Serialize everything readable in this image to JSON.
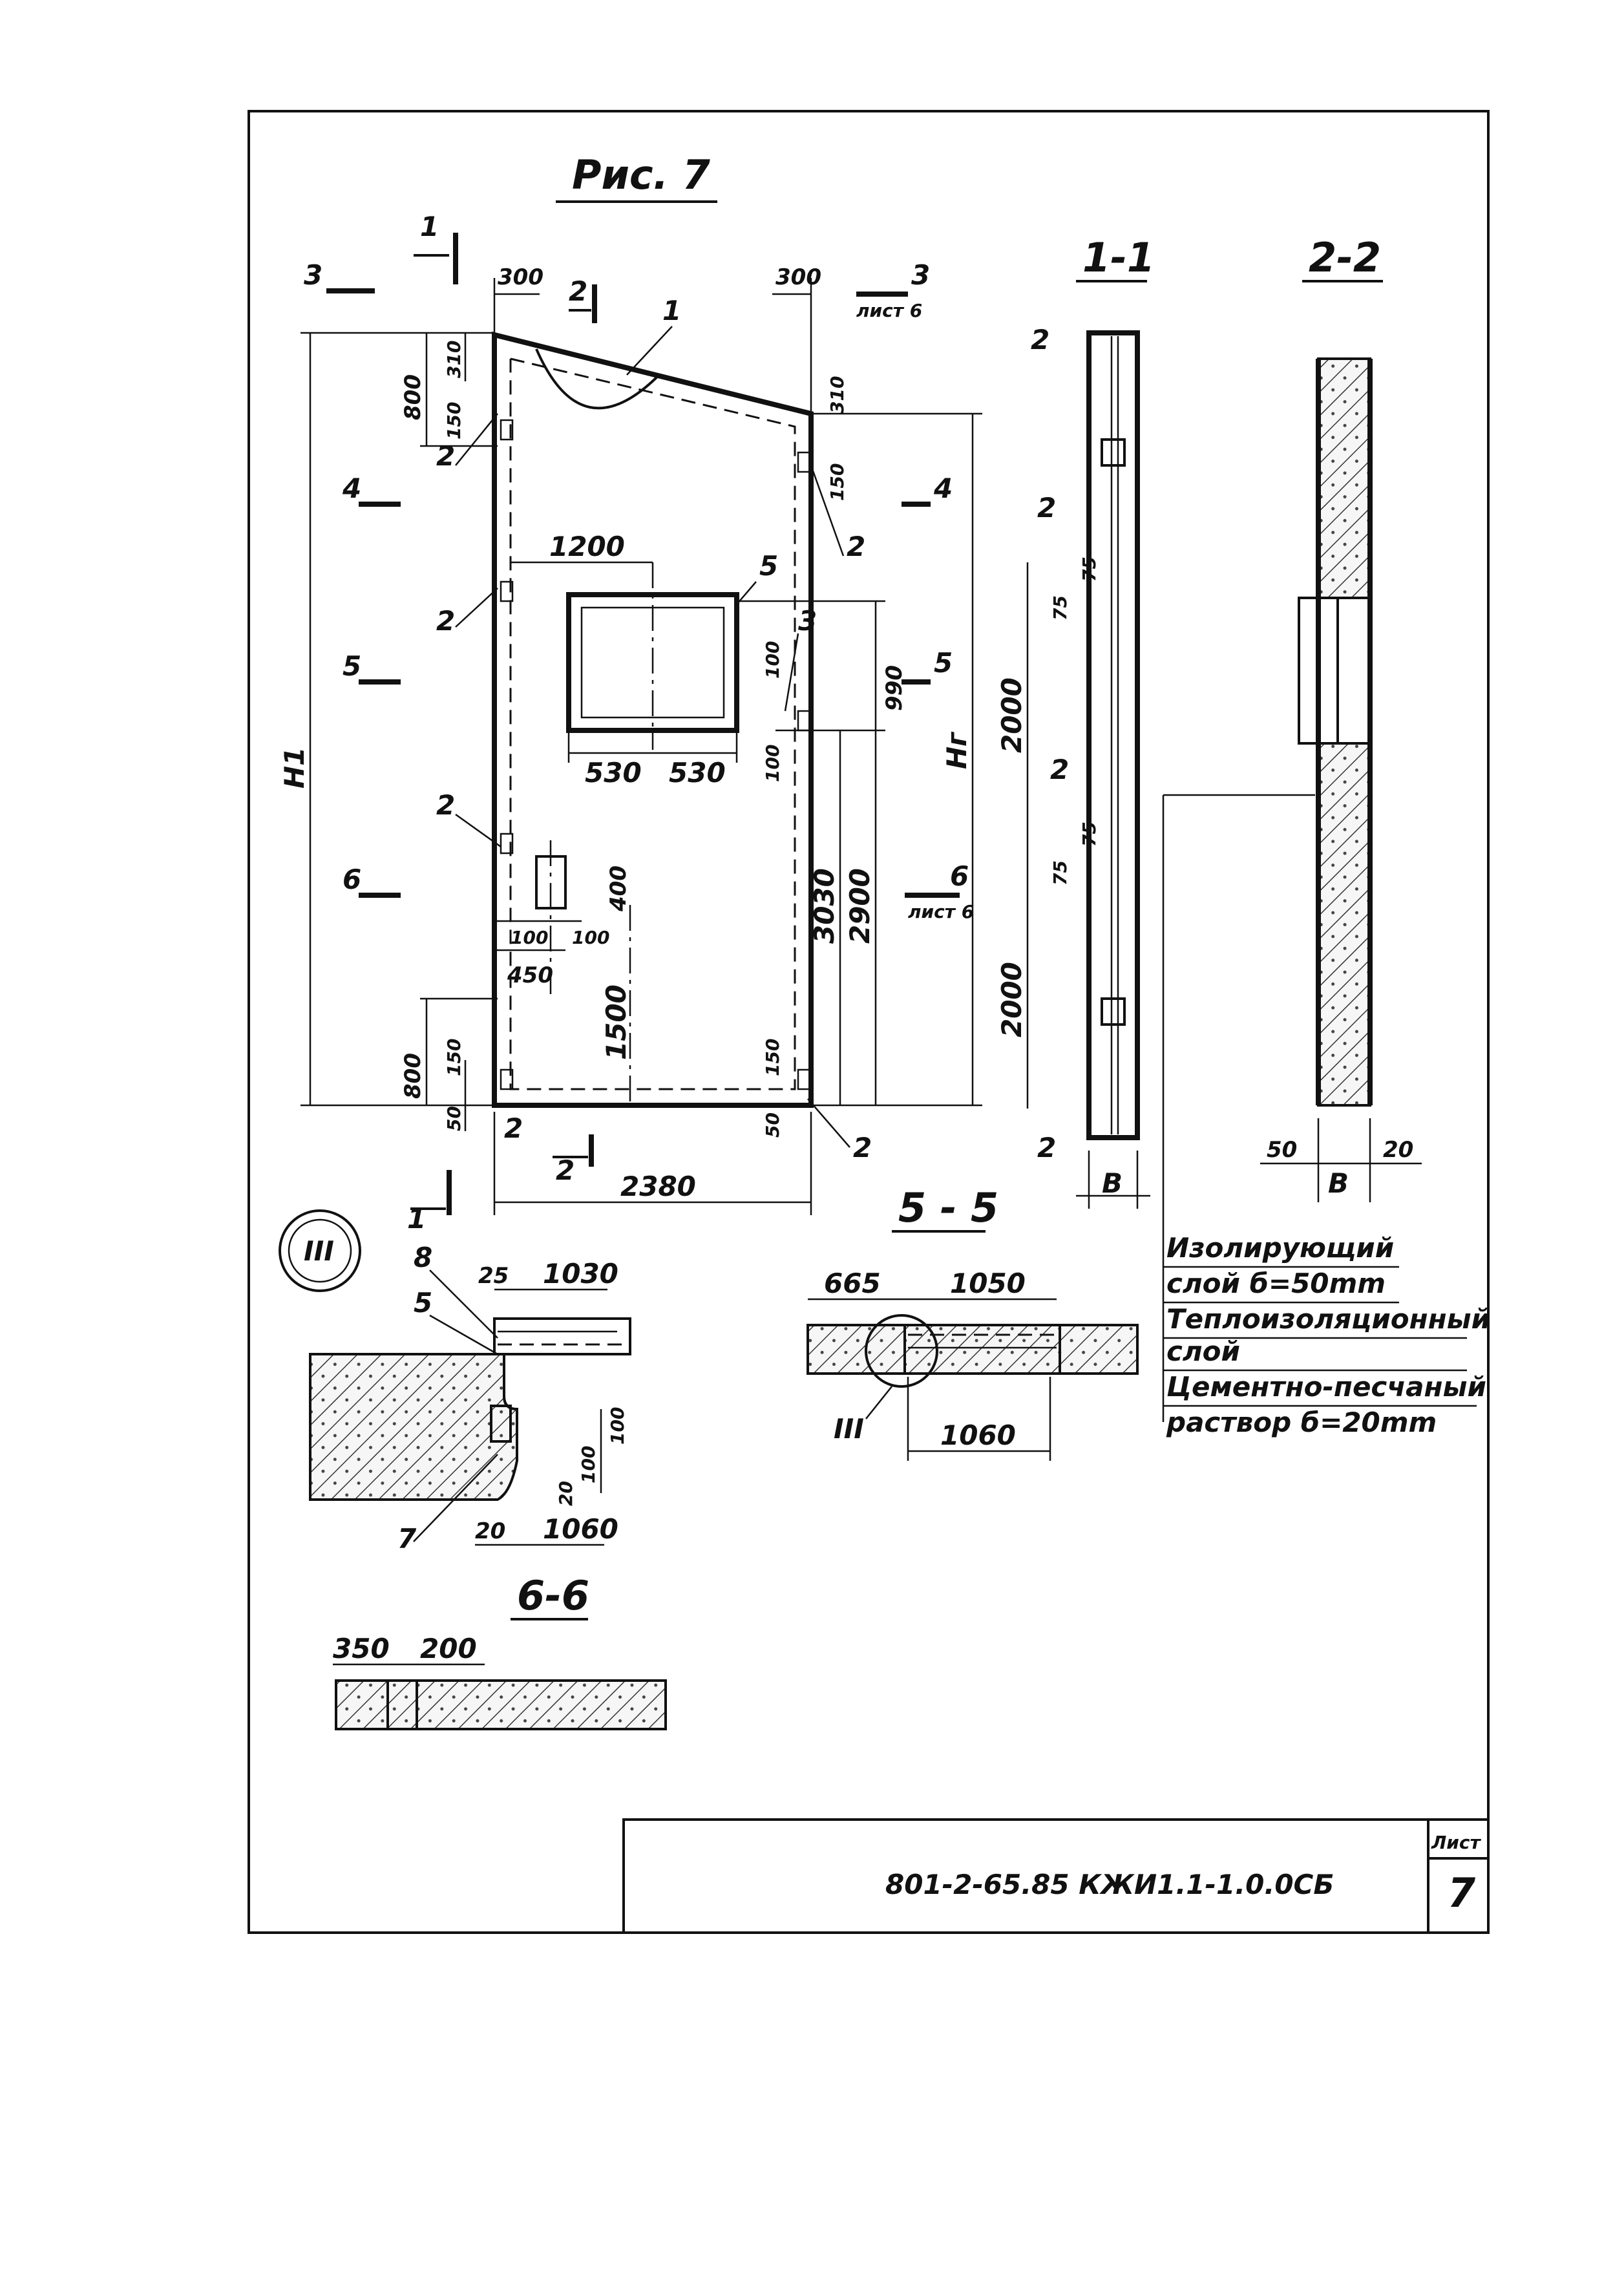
{
  "figure": {
    "title": "Рис. 7"
  },
  "sections": {
    "s11": "1-1",
    "s22": "2-2",
    "s55": "5 - 5",
    "s66": "6-6",
    "detail": "III"
  },
  "cut_marks": {
    "m1": "1",
    "m2": "2",
    "m3": "3",
    "m4": "4",
    "m5": "5",
    "m6": "6",
    "list6": "лист 6"
  },
  "callouts": {
    "c1": "1",
    "c2": "2",
    "c3": "3",
    "c5": "5",
    "c7": "7",
    "c8": "8"
  },
  "dims": {
    "d300": "300",
    "d310": "310",
    "d800": "800",
    "d150": "150",
    "d1200": "1200",
    "d530": "530",
    "d100": "100",
    "d990": "990",
    "d2000": "2000",
    "d75": "75",
    "d3030": "3030",
    "d2900": "2900",
    "d400": "400",
    "d450": "450",
    "d1500": "1500",
    "d50": "50",
    "d2380": "2380",
    "d25": "25",
    "d1030": "1030",
    "d20": "20",
    "d1060": "1060",
    "d665": "665",
    "d1050": "1050",
    "d350": "350",
    "d200": "200",
    "H1": "H1",
    "H2": "Hг",
    "B": "B"
  },
  "legend": {
    "line1": "Изолирующий",
    "line2": "слой  б=50mm",
    "line3": "Теплоизоляционный",
    "line4": "слой",
    "line5": "Цементно-песчаный",
    "line6": "раствор б=20mm"
  },
  "title_block": {
    "code": "801-2-65.85  КЖИ1.1-1.0.0СБ",
    "sheet_label": "Лист",
    "sheet_number": "7"
  }
}
